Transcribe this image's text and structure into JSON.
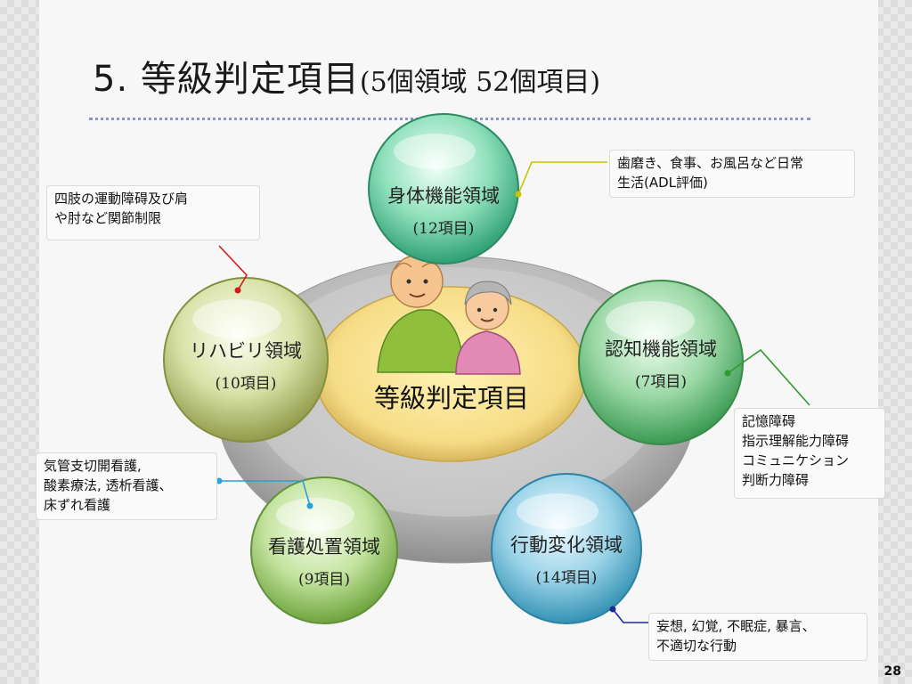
{
  "title": {
    "main": "5. 等級判定項目",
    "sub": "(5個領域 52個項目)"
  },
  "center": {
    "label": "等級判定項目"
  },
  "domains": [
    {
      "name": "身体機能領域",
      "count": "(12項目)",
      "color": "#6fcfa4"
    },
    {
      "name": "認知機能領域",
      "count": "(7項目)",
      "color": "#7cc78a"
    },
    {
      "name": "行動変化領域",
      "count": "(14項目)",
      "color": "#7cbfd9"
    },
    {
      "name": "看護処置領域",
      "count": "(9項目)",
      "color": "#a9cf7c"
    },
    {
      "name": "リハビリ領域",
      "count": "(10項目)",
      "color": "#c2cf86"
    }
  ],
  "notes": {
    "physical": [
      "歯磨き、食事、お風呂など日常",
      "生活(ADL評価)"
    ],
    "rehab": [
      "四肢の運動障碍及び肩",
      "や肘など関節制限"
    ],
    "cognitive": [
      "記憶障碍",
      "指示理解能力障碍",
      "コミュニケション",
      "判断力障碍"
    ],
    "nursing": [
      "気管支切開看護,",
      "酸素療法, 透析看護、",
      "床ずれ看護"
    ],
    "behavior": [
      "妄想, 幻覚, 不眠症, 暴言、",
      "不適切な行動"
    ]
  },
  "connector_colors": {
    "physical": "#c8c400",
    "rehab": "#d21c1c",
    "cognitive": "#2f9a2f",
    "nursing": "#2aa0d8",
    "behavior": "#1e2a9a"
  },
  "page_number": "28"
}
